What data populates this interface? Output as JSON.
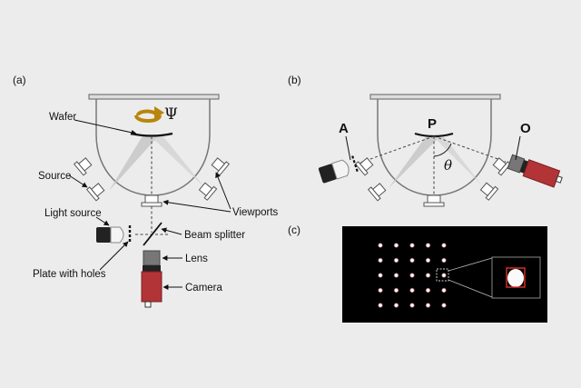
{
  "panels": {
    "a": {
      "tag": "(a)"
    },
    "b": {
      "tag": "(b)"
    },
    "c": {
      "tag": "(c)"
    }
  },
  "labels": {
    "wafer": "Wafer",
    "psi": "Ψ",
    "source": "Source",
    "viewports": "Viewports",
    "light_source": "Light source",
    "beam_splitter": "Beam splitter",
    "plate_with_holes": "Plate with holes",
    "lens": "Lens",
    "camera": "Camera",
    "point_a": "A",
    "point_p": "P",
    "point_o": "O",
    "theta": "θ"
  },
  "dot_grid": {
    "rows": 5,
    "cols": 5,
    "highlight": [
      3,
      4
    ]
  },
  "colors": {
    "camera_body": "#b23437",
    "rotation_arrow": "#b8860b",
    "highlight_box": "#e0302a",
    "cone": "#c4c4c4",
    "chamber_line": "#7a7a7a"
  },
  "icons": [
    "rotation-arrow-icon",
    "camera-icon",
    "light-source-icon",
    "lens-icon"
  ]
}
